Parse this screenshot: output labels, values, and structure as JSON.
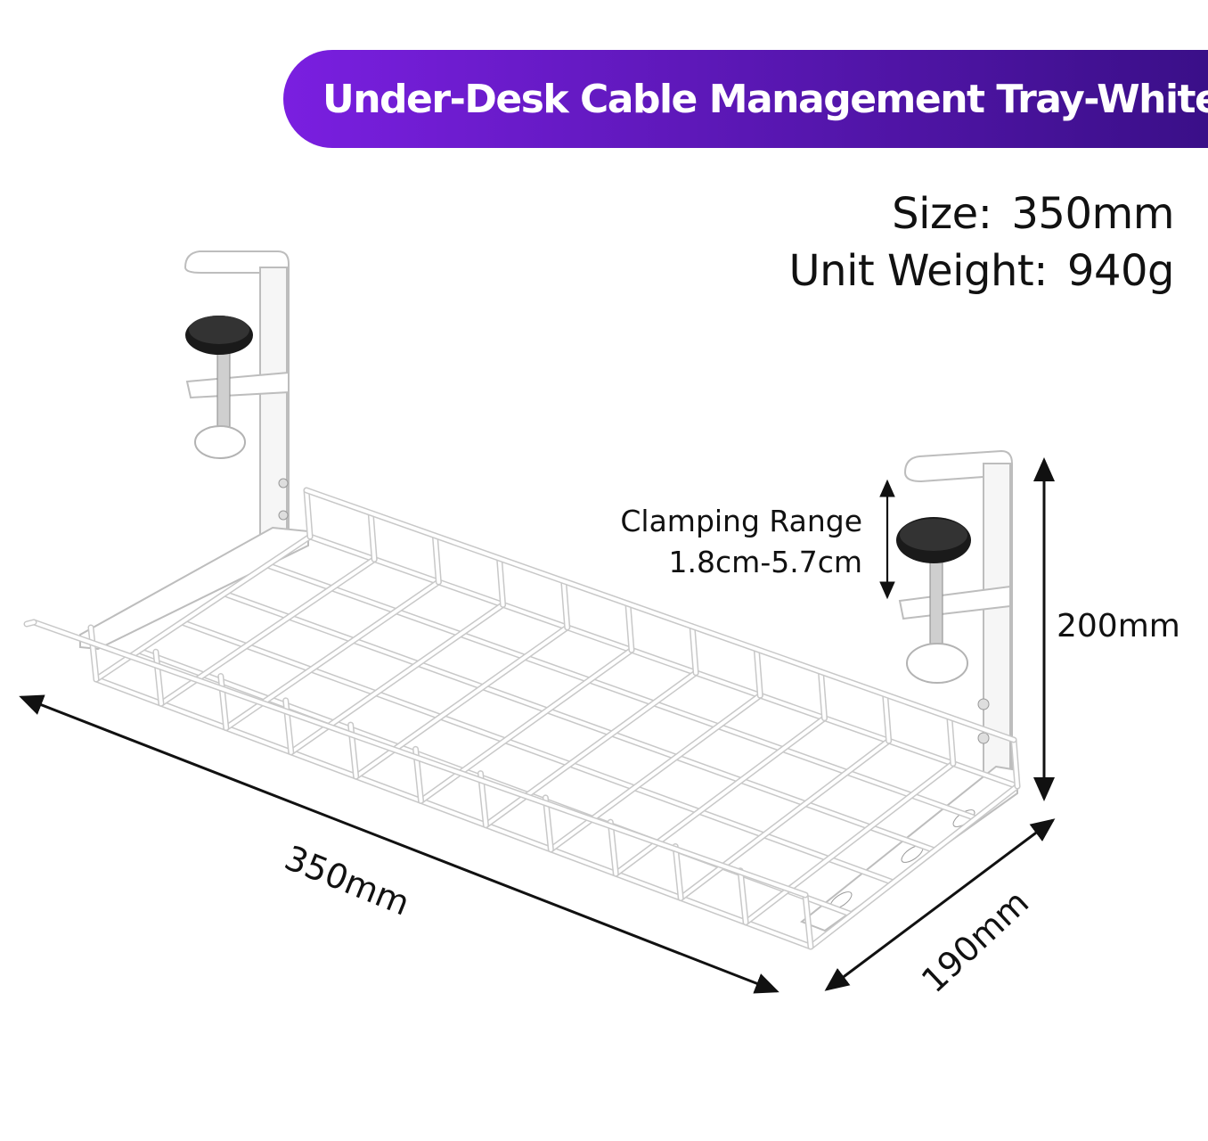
{
  "banner": {
    "title": "Under-Desk Cable Management Tray-White",
    "color_start": "#7a1fe0",
    "color_end": "#3a0f88"
  },
  "specs": {
    "size_label": "Size:",
    "size_value": "350mm",
    "weight_label": "Unit Weight:",
    "weight_value": "940g"
  },
  "clamping": {
    "label_line1": "Clamping Range",
    "label_line2": "1.8cm-5.7cm"
  },
  "dimensions": {
    "length": "350mm",
    "depth": "190mm",
    "height": "200mm"
  },
  "colors": {
    "tray": "#ffffff",
    "tray_outline": "#c8c8c8",
    "knob": "#1a1a1a",
    "arrow": "#111111"
  }
}
